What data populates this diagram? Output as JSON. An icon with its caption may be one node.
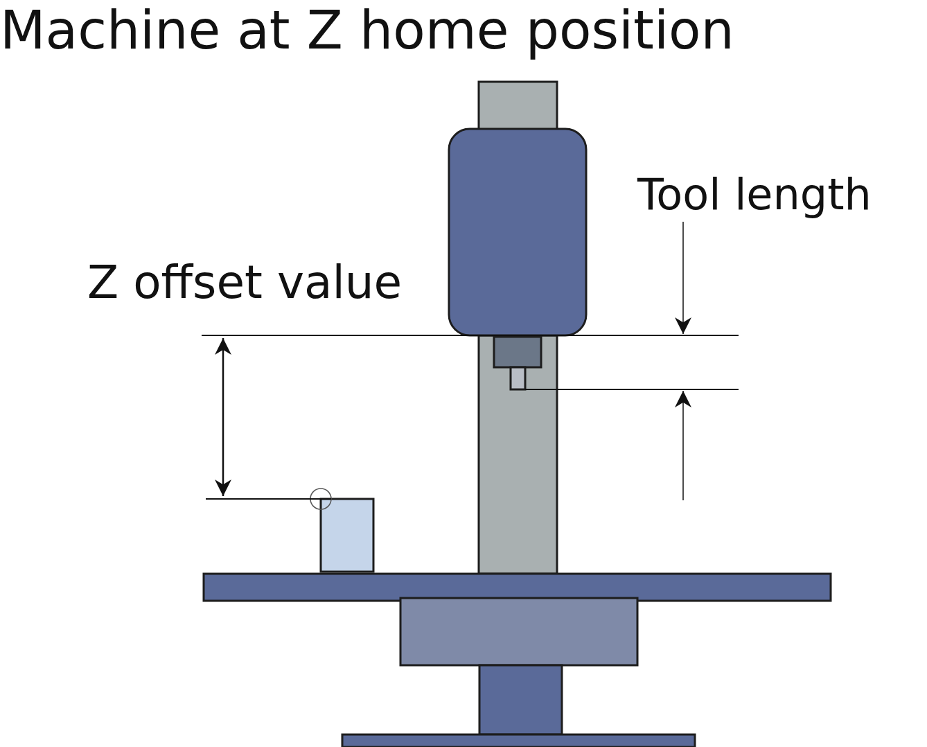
{
  "diagram": {
    "title": "Machine at Z home position",
    "labels": [
      "Tool length",
      "Z offset value"
    ]
  }
}
